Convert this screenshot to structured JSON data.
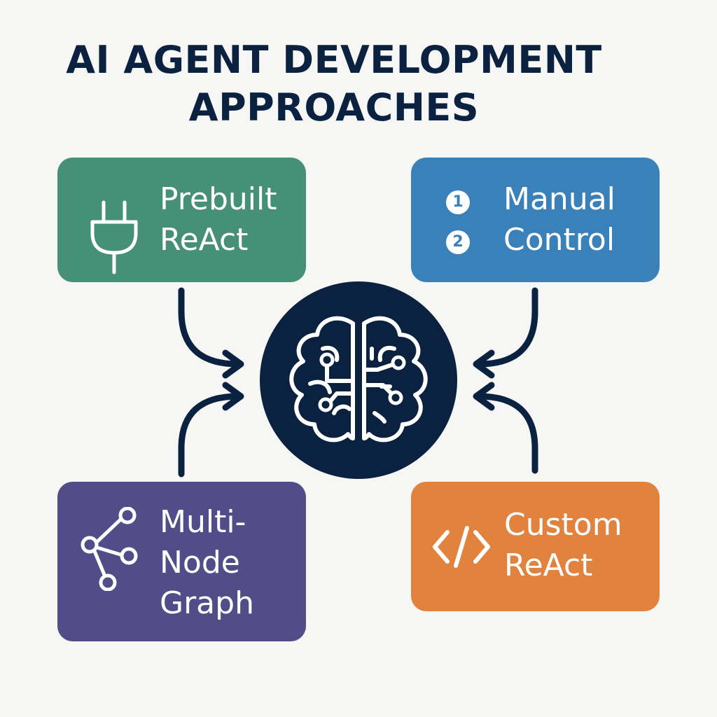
{
  "title": {
    "line1": "AI AGENT DEVELOPMENT",
    "line2": "APPROACHES"
  },
  "hub": {
    "icon": "brain-circuit-icon",
    "color": "#0b2140"
  },
  "approaches": [
    {
      "id": "prebuilt-react",
      "lines": [
        "Prebuilt",
        "ReAct"
      ],
      "icon": "plug-icon",
      "color": "#479078"
    },
    {
      "id": "manual-control",
      "lines": [
        "Manual",
        "Control"
      ],
      "markers": [
        "1",
        "2"
      ],
      "color": "#3a80b9"
    },
    {
      "id": "multi-node-graph",
      "lines": [
        "Multi-",
        "Node",
        "Graph"
      ],
      "icon": "graph-nodes-icon",
      "color": "#524d88"
    },
    {
      "id": "custom-react",
      "lines": [
        "Custom",
        "ReAct"
      ],
      "icon": "code-brackets-icon",
      "color": "#e1833e"
    }
  ]
}
